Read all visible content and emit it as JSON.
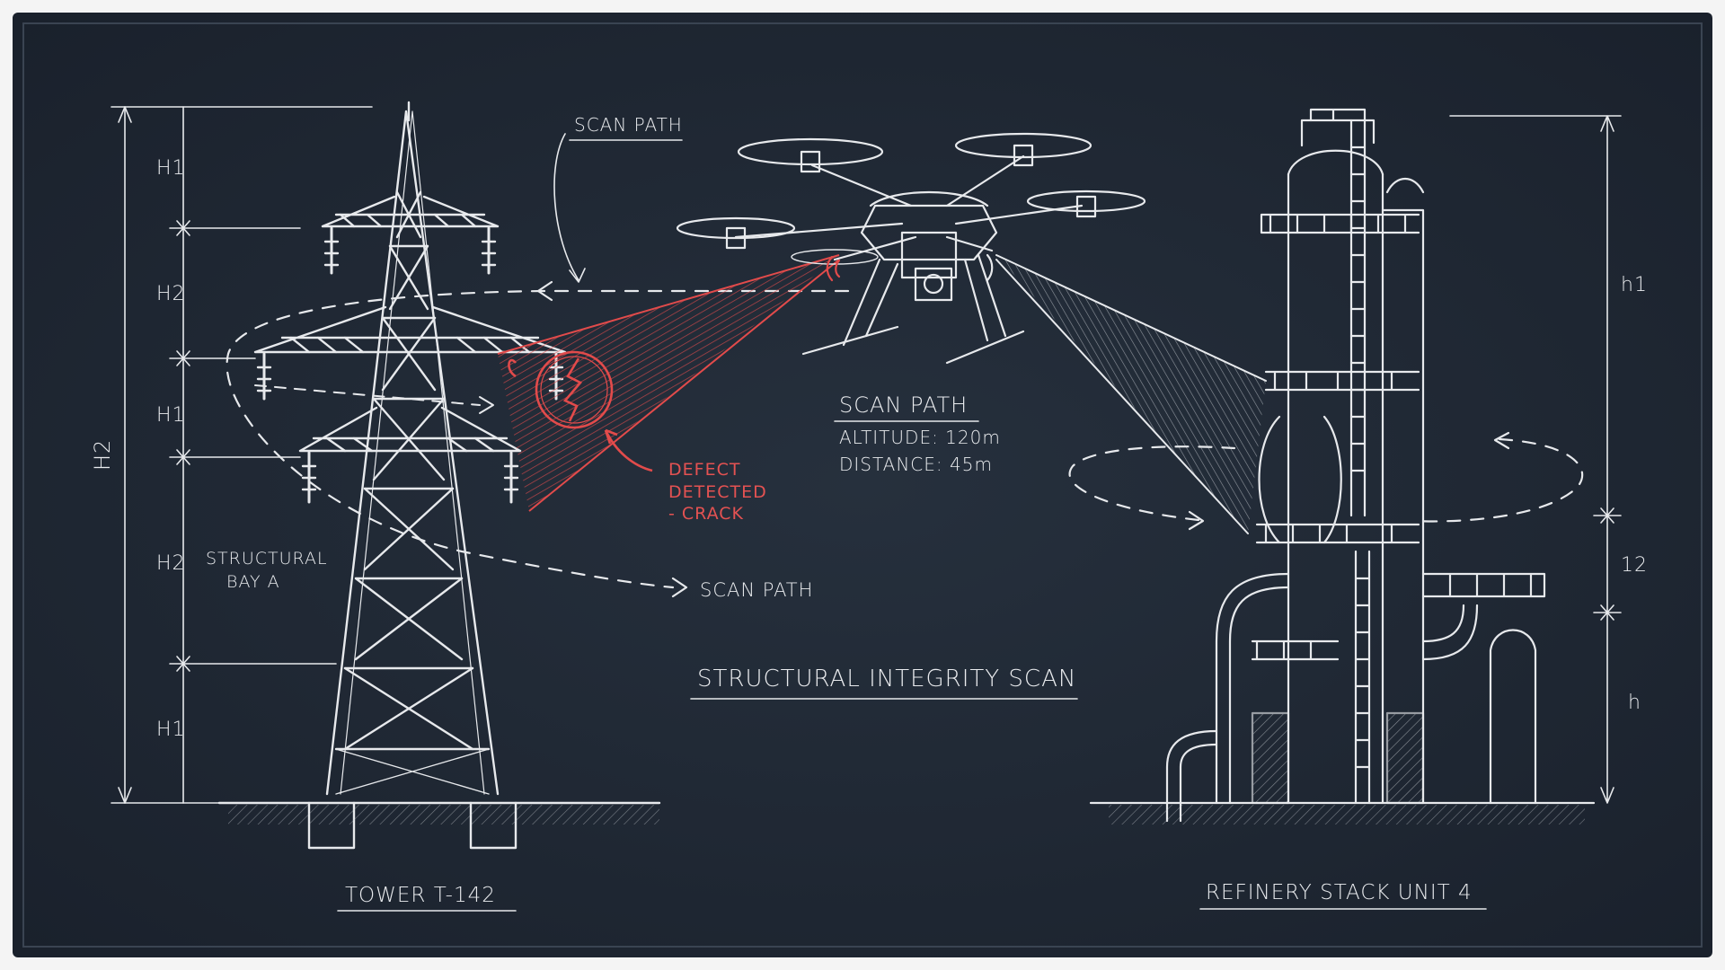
{
  "diagram": {
    "title": "STRUCTURAL INTEGRITY SCAN",
    "tower": {
      "name": "TOWER T-142",
      "bay_label_line1": "STRUCTURAL",
      "bay_label_line2": "BAY A",
      "dims": [
        "H1",
        "H2",
        "H1",
        "H2",
        "H1"
      ],
      "overall_dim": "H2"
    },
    "drone": {
      "scan_path_label": "SCAN PATH",
      "altitude": "ALTITUDE: 120m",
      "distance": "DISTANCE: 45m"
    },
    "scan_path_top": "SCAN PATH",
    "scan_path_bottom": "SCAN PATH",
    "defect": {
      "line1": "DEFECT",
      "line2": "DETECTED",
      "line3": "- CRACK"
    },
    "refinery": {
      "name": "REFINERY STACK UNIT 4",
      "dims": [
        "h1",
        "12",
        "h"
      ]
    },
    "colors": {
      "board": "#1f2733",
      "chalk": "#e7e9ec",
      "defect": "#e24b4b"
    }
  }
}
